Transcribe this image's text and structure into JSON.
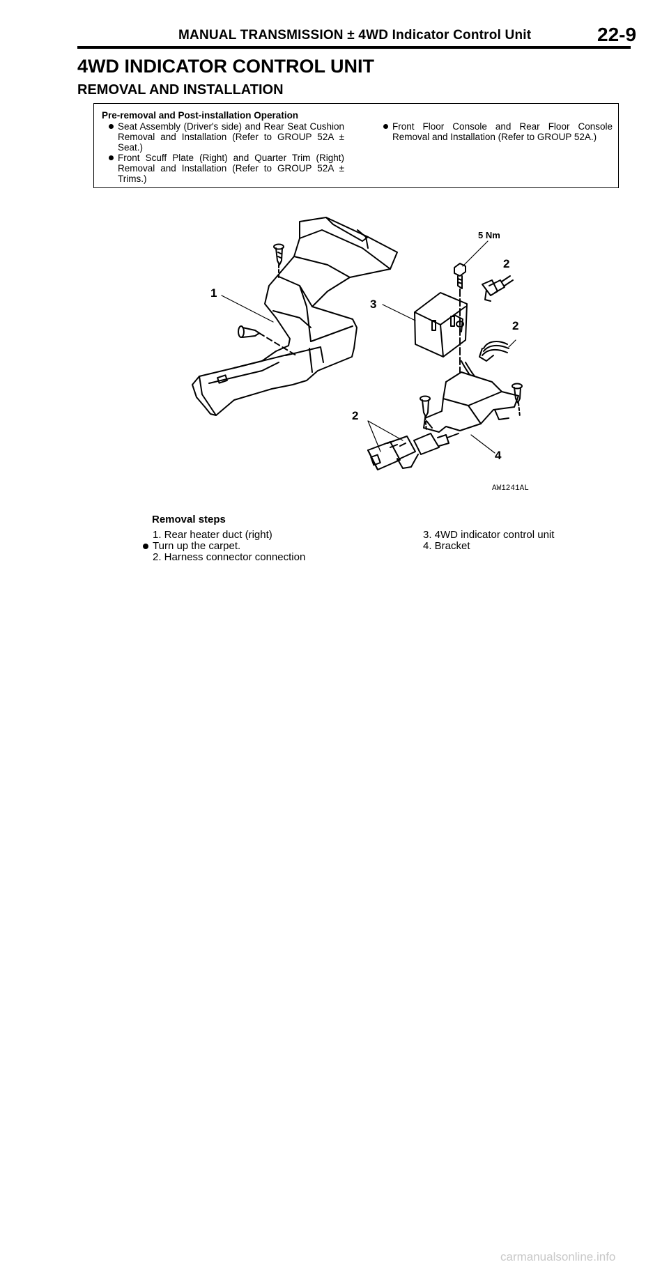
{
  "header": {
    "title": "MANUAL TRANSMISSION ± 4WD Indicator Control Unit",
    "page": "22-9"
  },
  "heading": "4WD INDICATOR CONTROL UNIT",
  "subheading": "REMOVAL AND INSTALLATION",
  "pre_removal": {
    "title": "Pre-removal and Post-installation Operation",
    "items": [
      "Seat Assembly (Driver's side) and Rear Seat Cushion Removal and Installation (Refer to GROUP 52A ± Seat.)",
      "Front Scuff Plate (Right) and Quarter Trim (Right) Removal and Installation (Refer to GROUP 52A ± Trims.)",
      "Front Floor Console and Rear Floor Console Removal and Installation (Refer to GROUP 52A.)"
    ]
  },
  "figure": {
    "torque_label": "5 Nm",
    "callouts": [
      "1",
      "2",
      "2",
      "2",
      "3",
      "4"
    ],
    "code": "AW1241AL"
  },
  "removal_steps": {
    "title": "Removal steps",
    "left": [
      "1. Rear heater duct (right)",
      "Turn up the carpet.",
      "2. Harness connector connection"
    ],
    "right": [
      "3. 4WD indicator control unit",
      "4. Bracket"
    ]
  },
  "watermark": "carmanualsonline.info"
}
